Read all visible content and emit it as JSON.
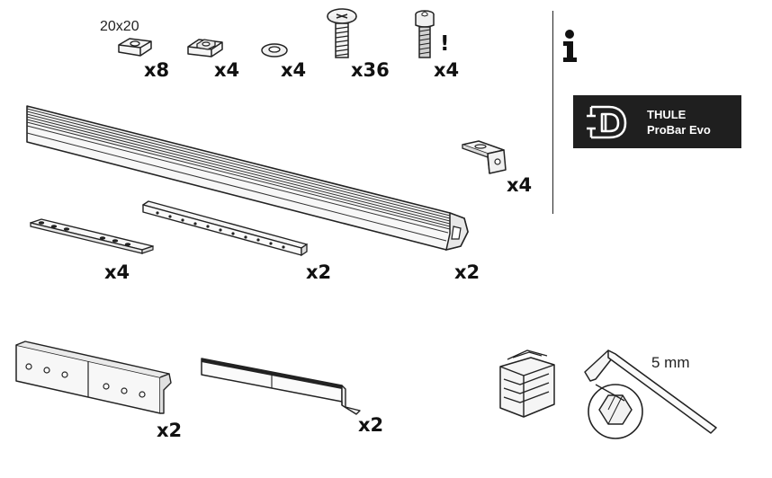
{
  "hardware": {
    "size_label": "20x20",
    "qty_square_nut": "x8",
    "qty_t_nut": "x4",
    "qty_washer": "x4",
    "qty_screw": "x36",
    "qty_bolt": "x4",
    "bolt_warning": "!"
  },
  "parts": {
    "qty_bracket": "x4",
    "qty_profile_bar": "x2",
    "qty_channel_rail": "x2",
    "qty_flat_plate": "x4",
    "qty_joiner": "x2",
    "qty_angle_strip": "x2"
  },
  "tools": {
    "hex_key_size": "5 mm"
  },
  "brand": {
    "line1": "THULE",
    "line2": "ProBar Evo"
  }
}
